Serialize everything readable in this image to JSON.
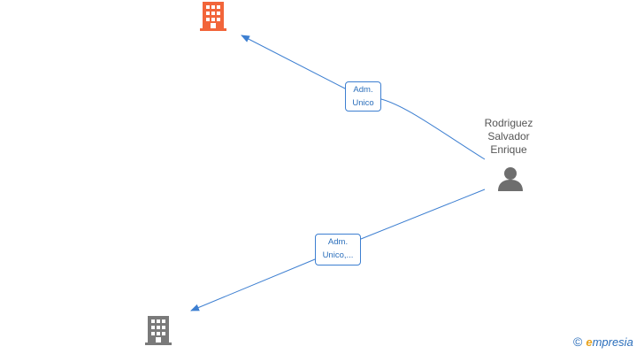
{
  "nodes": {
    "company_top": {
      "kind": "company",
      "icon": "building-icon",
      "color": "#f2653a"
    },
    "company_bottom": {
      "kind": "company",
      "icon": "building-icon",
      "color": "#7a7a7a"
    },
    "person": {
      "kind": "person",
      "icon": "person-icon",
      "color": "#6e6e6e",
      "name_lines": [
        "Rodriguez",
        "Salvador",
        "Enrique"
      ]
    }
  },
  "edges": [
    {
      "from": "person",
      "to": "company_top",
      "label_lines": [
        "Adm.",
        "Unico"
      ]
    },
    {
      "from": "person",
      "to": "company_bottom",
      "label_lines": [
        "Adm.",
        "Unico,..."
      ]
    }
  ],
  "edge_color": "#3d7fd1",
  "brand": {
    "copyright": "©",
    "initial": "e",
    "rest": "mpresia"
  }
}
